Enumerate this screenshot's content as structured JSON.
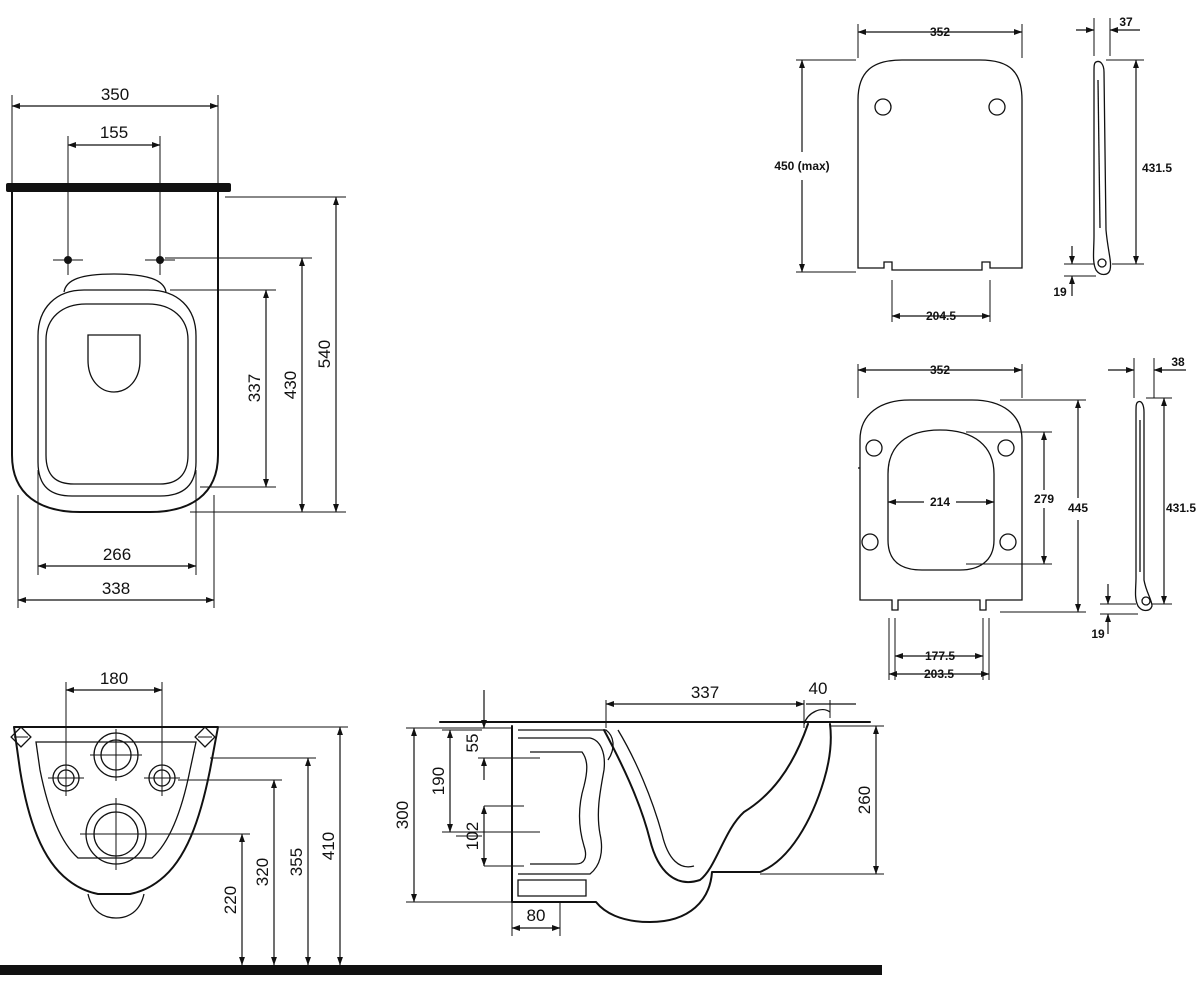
{
  "labels": {
    "top": {
      "width_overall": "350",
      "bolt_spacing": "155",
      "projection": "540",
      "seat_hinge_to_front": "430",
      "opening_length": "337",
      "opening_width": "266",
      "width_rim": "338"
    },
    "front": {
      "bolt_spacing": "180",
      "waste_height": "220",
      "inlet_height": "320",
      "fix_height": "355",
      "top_height": "410"
    },
    "side": {
      "bowl_length": "337",
      "rim_offset": "40",
      "inlet_drop": "55",
      "outlet_spacing": "190",
      "outlet_diameter": "102",
      "bowl_height": "300",
      "rim_depth": "260",
      "outlet_width": "80"
    },
    "seat_cover": {
      "width": "352",
      "depth": "450 (max)",
      "hinge_spacing": "204.5",
      "side_thickness": "37",
      "side_length": "431.5",
      "hinge_offset": "19"
    },
    "seat_ring": {
      "width": "352",
      "depth": "445",
      "opening_depth": "279",
      "opening_width": "214",
      "hinge_inner": "177.5",
      "hinge_outer": "203.5",
      "side_thickness": "38",
      "side_length": "431.5",
      "hinge_offset": "19"
    }
  }
}
